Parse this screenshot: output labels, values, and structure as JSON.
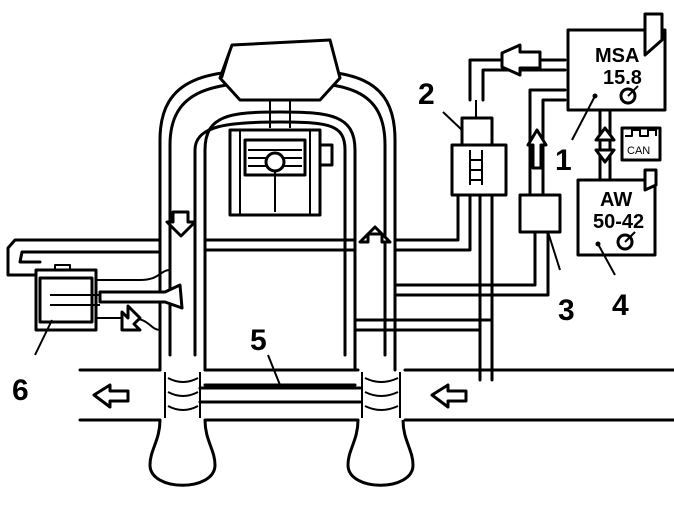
{
  "units": {
    "msa_line1": "MSA",
    "msa_line2": "15.8",
    "aw_line1": "AW",
    "aw_line2": "50-42",
    "can": "CAN"
  },
  "labels": {
    "l1": "1",
    "l2": "2",
    "l3": "3",
    "l4": "4",
    "l5": "5",
    "l6": "6"
  }
}
